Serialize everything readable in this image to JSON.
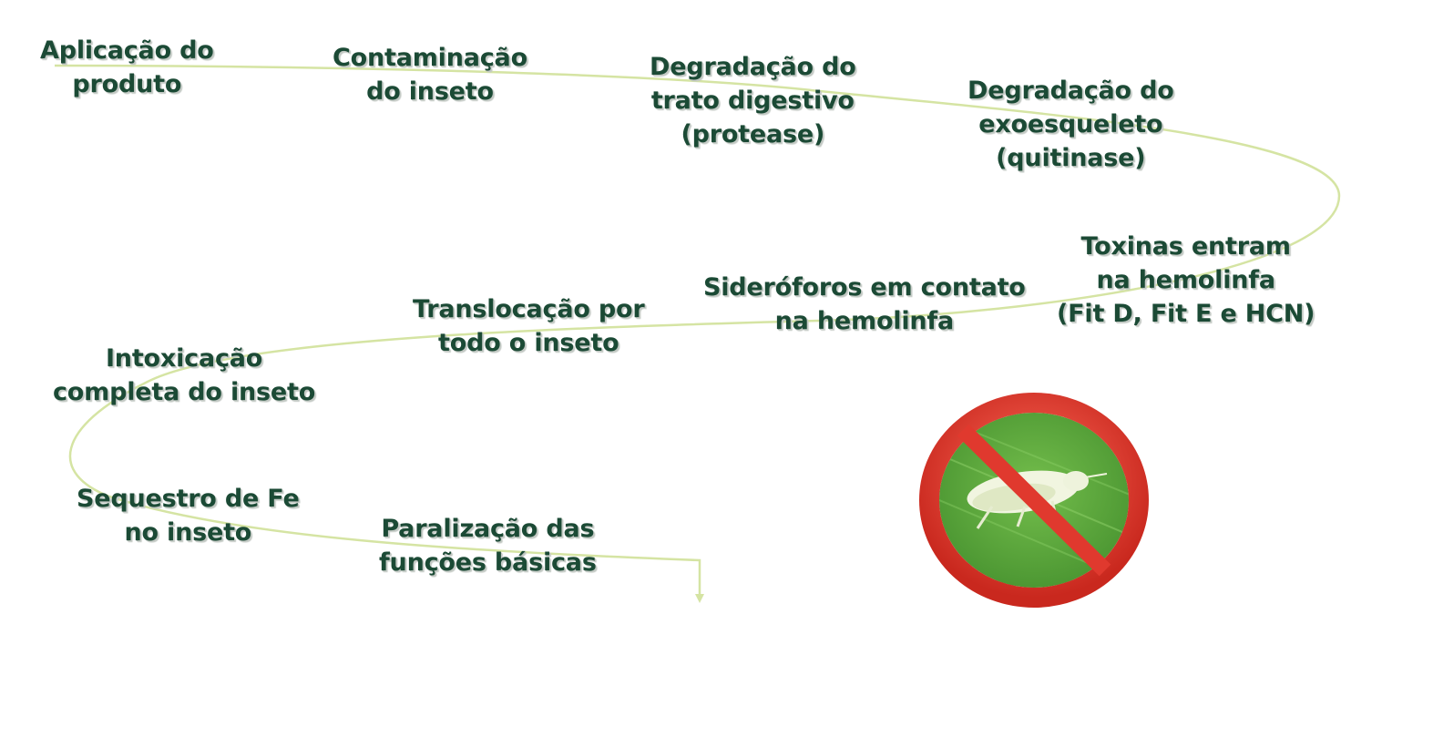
{
  "diagram": {
    "steps": [
      {
        "id": "aplicacao",
        "lines": [
          "Aplicação do",
          "produto"
        ]
      },
      {
        "id": "contaminacao",
        "lines": [
          "Contaminação",
          "do inseto"
        ]
      },
      {
        "id": "degradacao-trato",
        "lines": [
          "Degradação do",
          "trato digestivo",
          "(protease)"
        ]
      },
      {
        "id": "degradacao-exoesqueleto",
        "lines": [
          "Degradação do",
          "exoesqueleto",
          "(quitinase)"
        ]
      },
      {
        "id": "toxinas",
        "lines": [
          "Toxinas entram",
          "na hemolinfa",
          "(Fit D, Fit E e HCN)"
        ]
      },
      {
        "id": "sideroforos",
        "lines": [
          "Sideróforos em contato",
          "na hemolinfa"
        ]
      },
      {
        "id": "translocacao",
        "lines": [
          "Translocação por",
          "todo o inseto"
        ]
      },
      {
        "id": "intoxicacao",
        "lines": [
          "Intoxicação",
          "completa do inseto"
        ]
      },
      {
        "id": "sequestro",
        "lines": [
          "Sequestro de Fe",
          "no inseto"
        ]
      },
      {
        "id": "paralizacao",
        "lines": [
          "Paralização das",
          "funções básicas"
        ]
      }
    ],
    "colors": {
      "text": "#1b4a35",
      "path": "#d5e4a3",
      "prohibition": "#e0392e",
      "leaf": "#4f9f35",
      "insect": "#eef3dc"
    },
    "icons": {
      "badge": "no-insect-icon"
    }
  }
}
